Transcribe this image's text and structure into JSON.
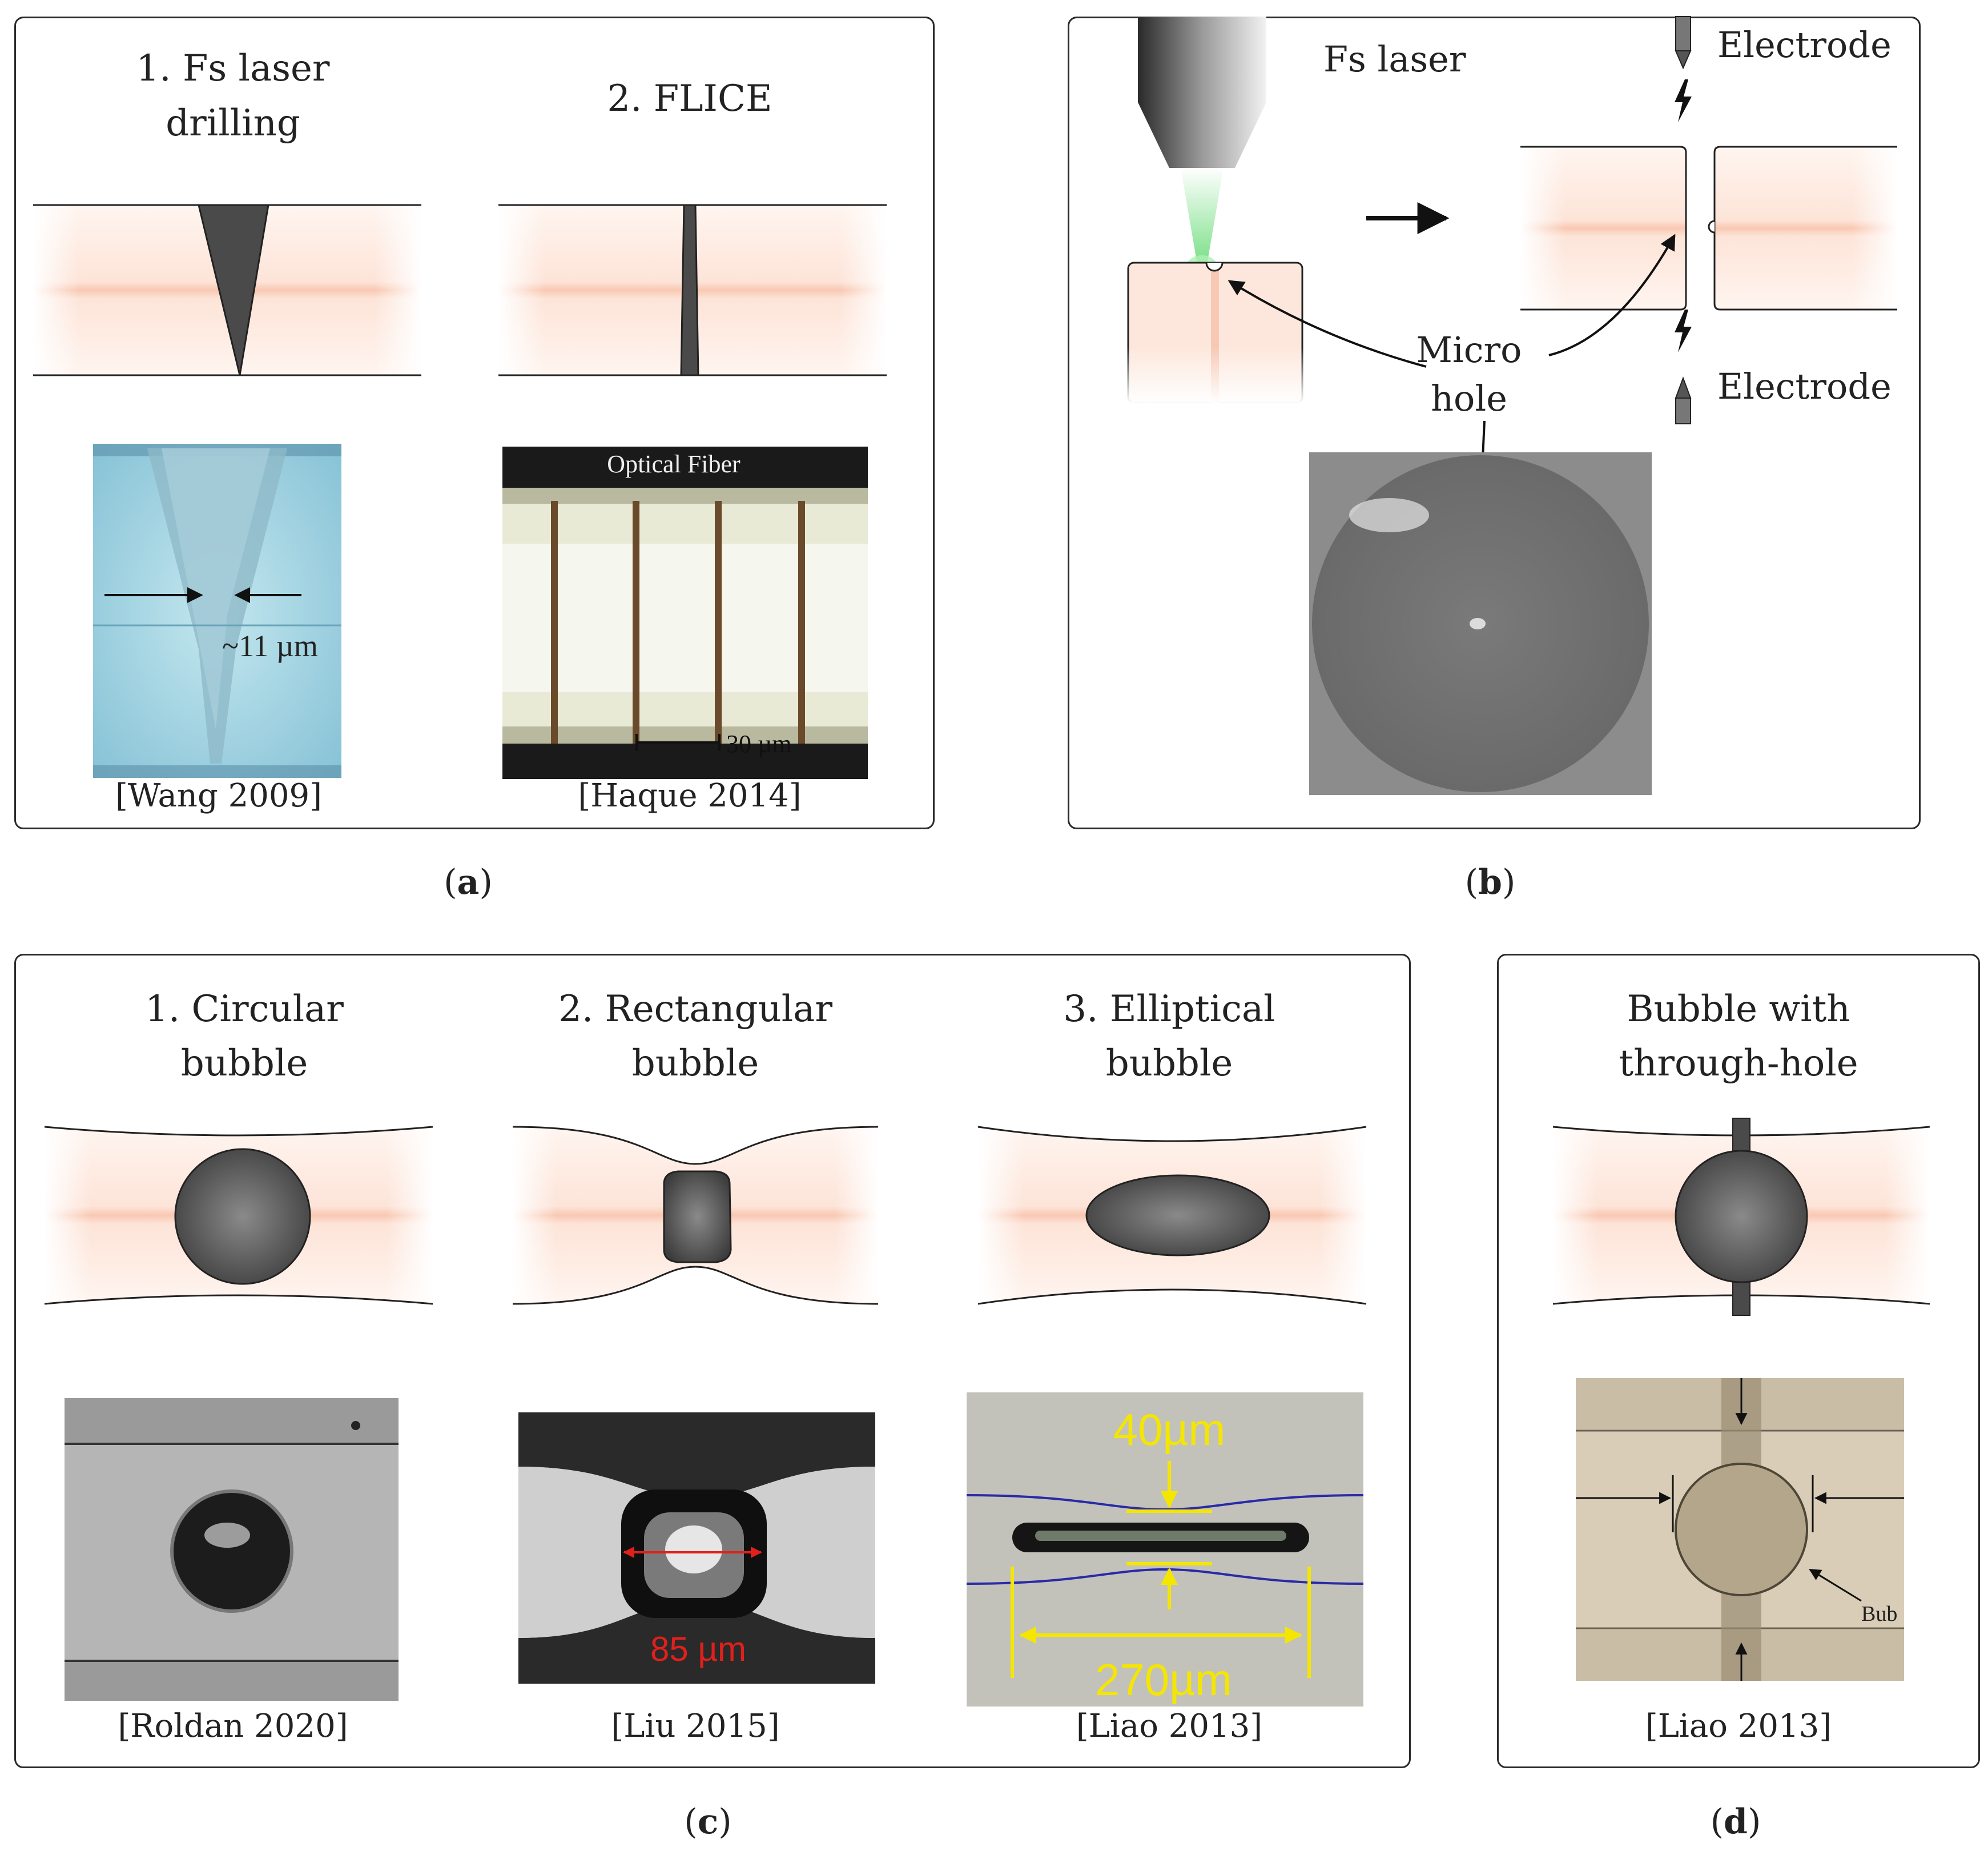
{
  "panel_a": {
    "step1_line1": "1. Fs laser",
    "step1_line2": "drilling",
    "step2": "2. FLICE",
    "measure": "~11 µm",
    "fiber_label": "Optical Fiber",
    "scale": "30 µm",
    "ref1": "[Wang 2009]",
    "ref2": "[Haque 2014]"
  },
  "panel_b": {
    "laser": "Fs laser",
    "electrode_top": "Electrode",
    "electrode_bottom": "Electrode",
    "micro_line1": "Micro",
    "micro_line2": "hole"
  },
  "panel_c": {
    "t1_line1": "1. Circular",
    "t1_line2": "bubble",
    "t2_line1": "2. Rectangular",
    "t2_line2": "bubble",
    "t3_line1": "3. Elliptical",
    "t3_line2": "bubble",
    "dim_rect": "85 µm",
    "dim_40": "40µm",
    "dim_270": "270µm",
    "ref1": "[Roldan 2020]",
    "ref2": "[Liu 2015]",
    "ref3": "[Liao 2013]"
  },
  "panel_d": {
    "t_line1": "Bubble with",
    "t_line2": "through-hole",
    "bubble_label": "Bub",
    "ref": "[Liao 2013]"
  },
  "captions": {
    "a": "a",
    "b": "b",
    "c": "c",
    "d": "d"
  },
  "colors": {
    "cladding": "#fde6dc",
    "core": "#f9c6b0",
    "dark_shape": "#4a4a4a",
    "annotation_yellow": "#f5e600",
    "annotation_red": "#e0201c",
    "laser_green": "#7fe08a"
  }
}
